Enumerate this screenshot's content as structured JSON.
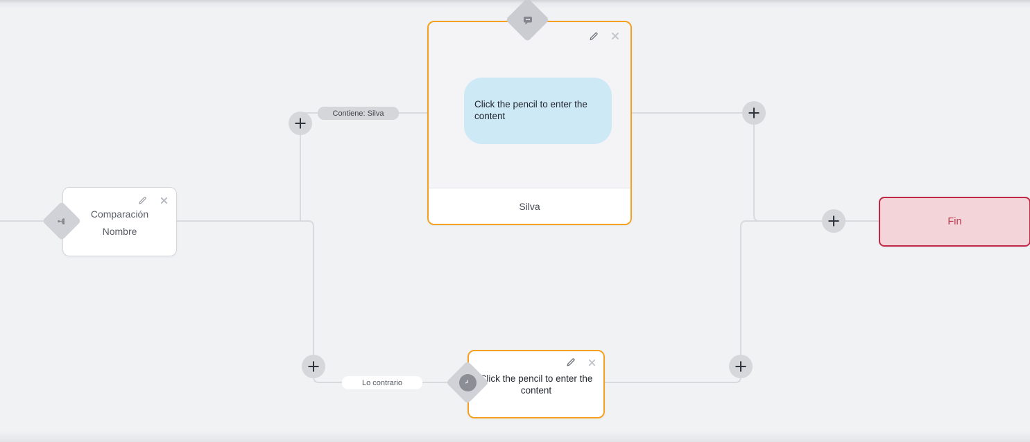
{
  "palette": {
    "canvas_bg": "#f1f2f4",
    "line_gray": "#d9dadd",
    "accent_orange": "#f5a11f",
    "bubble_blue": "#cde9f6",
    "end_bg": "#f2d4d9",
    "end_border": "#bf2847",
    "end_text": "#bb3a51"
  },
  "nodes": {
    "condition": {
      "line1": "Comparación",
      "line2": "Nombre"
    },
    "message_silva": {
      "bubble_text": "Click the pencil to enter the content",
      "footer": "Silva"
    },
    "message_otherwise": {
      "text": "Click the pencil to enter the content"
    },
    "end": {
      "label": "Fin"
    }
  },
  "edge_labels": {
    "match": "Contiene: Silva",
    "no_match": "Lo contrario"
  },
  "icons": {
    "pencil": "edit-pencil",
    "close": "delete-x",
    "plus": "add-node",
    "branch": "condition-branch",
    "chat": "message-bubble",
    "clock": "delay-clock"
  }
}
